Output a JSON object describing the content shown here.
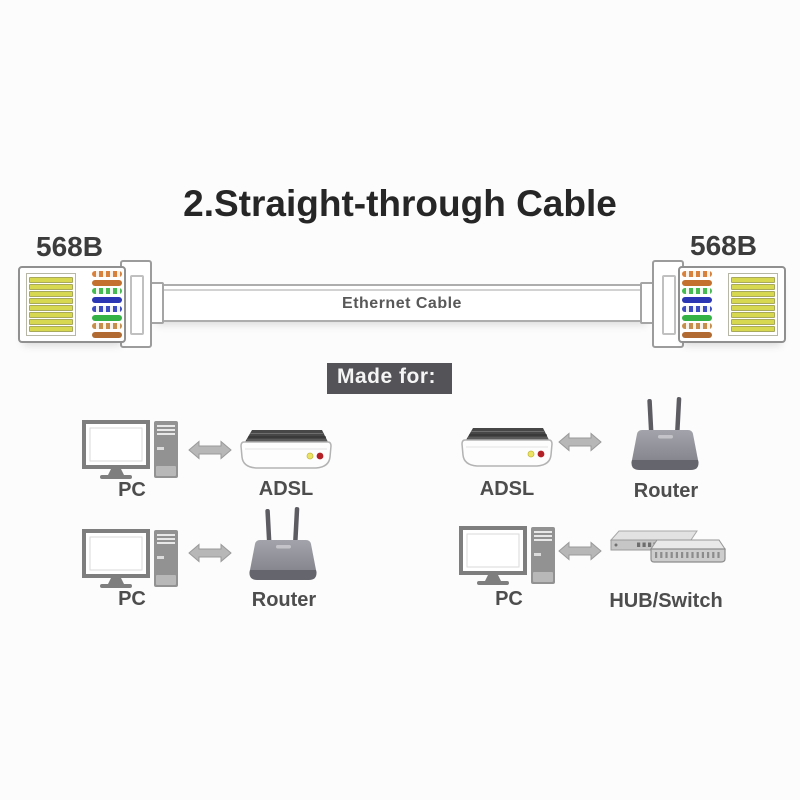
{
  "title": "2.Straight-through Cable",
  "cable": {
    "left_connector_label": "568B",
    "right_connector_label": "568B",
    "cable_label": "Ethernet Cable",
    "wiring_standard": "T568B",
    "wires": [
      "white-orange",
      "orange",
      "white-green",
      "blue",
      "white-blue",
      "green",
      "white-brown",
      "brown"
    ]
  },
  "made_for_label": "Made for:",
  "pairs": [
    {
      "left": "PC",
      "left_type": "pc",
      "right": "ADSL",
      "right_type": "adsl"
    },
    {
      "left": "ADSL",
      "left_type": "adsl",
      "right": "Router",
      "right_type": "router"
    },
    {
      "left": "PC",
      "left_type": "pc",
      "right": "Router",
      "right_type": "router"
    },
    {
      "left": "PC",
      "left_type": "pc",
      "right": "HUB/Switch",
      "right_type": "hub-switch"
    }
  ],
  "colors": {
    "title_text": "#262626",
    "device_label_text": "#4d4d4d",
    "connector_outline": "#909090",
    "pin_yellow": "#d8d850",
    "made_for_bg": "#545458",
    "made_for_text": "#f5f5f5",
    "arrow_gray": "#b7b7b7",
    "wire_orange": "#c4702e",
    "wire_green": "#35b246",
    "wire_blue": "#2a36b4",
    "wire_brown": "#b06a32"
  }
}
